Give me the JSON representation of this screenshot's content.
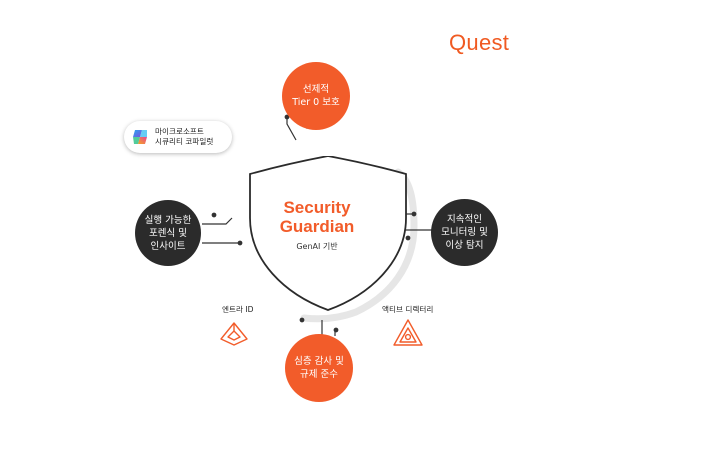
{
  "brand": {
    "logo_text": "Quest",
    "accent_color": "#f25c2a",
    "dark_color": "#2b2b2b"
  },
  "center": {
    "title": "Security\nGuardian",
    "subtitle": "GenAI 기반"
  },
  "nodes": {
    "top": "선제적\nTier 0 보호",
    "left": "실행 가능한\n포렌식 및\n인사이트",
    "right": "지속적인\n모니터링 및\n이상 탐지",
    "bottom": "심층 감사 및\n규제 준수"
  },
  "integrations": {
    "copilot": {
      "label": "마이크로소프트\n시큐리티 코파일럿",
      "icon": "copilot-icon"
    },
    "entra": {
      "label": "엔트라 ID",
      "icon": "entra-id-icon"
    },
    "active_directory": {
      "label": "액티브 디렉터리",
      "icon": "active-directory-icon"
    }
  }
}
